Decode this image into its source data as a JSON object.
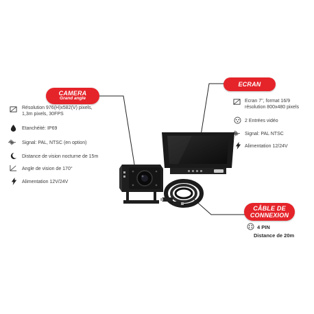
{
  "camera": {
    "title": "CAMERA",
    "subtitle": "Grand angle",
    "specs": [
      {
        "icon": "resolution-icon",
        "lines": [
          "Résolution 976(H)x582(V) pixels,",
          "1,3m pixels, 30FPS"
        ]
      },
      {
        "icon": "water-drop-icon",
        "lines": [
          "Etanchéité: IP69"
        ]
      },
      {
        "icon": "signal-wave-icon",
        "lines": [
          "Signal: PAL, NTSC (en option)"
        ]
      },
      {
        "icon": "moon-icon",
        "lines": [
          "Distance de vision nocturne de 15m"
        ]
      },
      {
        "icon": "angle-icon",
        "lines": [
          "Angle de vision de 170°"
        ]
      },
      {
        "icon": "lightning-icon",
        "lines": [
          "Alimentation 12V/24V"
        ]
      }
    ]
  },
  "ecran": {
    "title": "ECRAN",
    "specs": [
      {
        "icon": "screen-icon",
        "lines": [
          "Ecran 7'', format 16/9",
          "résolution 800x480 pixels"
        ]
      },
      {
        "icon": "video-input-icon",
        "lines": [
          "2 Entrées vidéo"
        ]
      },
      {
        "icon": "signal-wave-icon",
        "lines": [
          "Signal: PAL NTSC"
        ]
      },
      {
        "icon": "lightning-icon",
        "lines": [
          "Alimentation 12/24V"
        ]
      }
    ]
  },
  "cable": {
    "title_line1": "CÂBLE DE",
    "title_line2": "CONNEXION",
    "specs": [
      {
        "icon": "connector-icon",
        "lines": [
          "4 PIN"
        ]
      },
      {
        "icon": "",
        "lines": [
          "Distance de 20m"
        ]
      }
    ]
  },
  "colors": {
    "accent": "#e5242a",
    "text": "#3c3c3c",
    "device": "#1b1b1b"
  }
}
